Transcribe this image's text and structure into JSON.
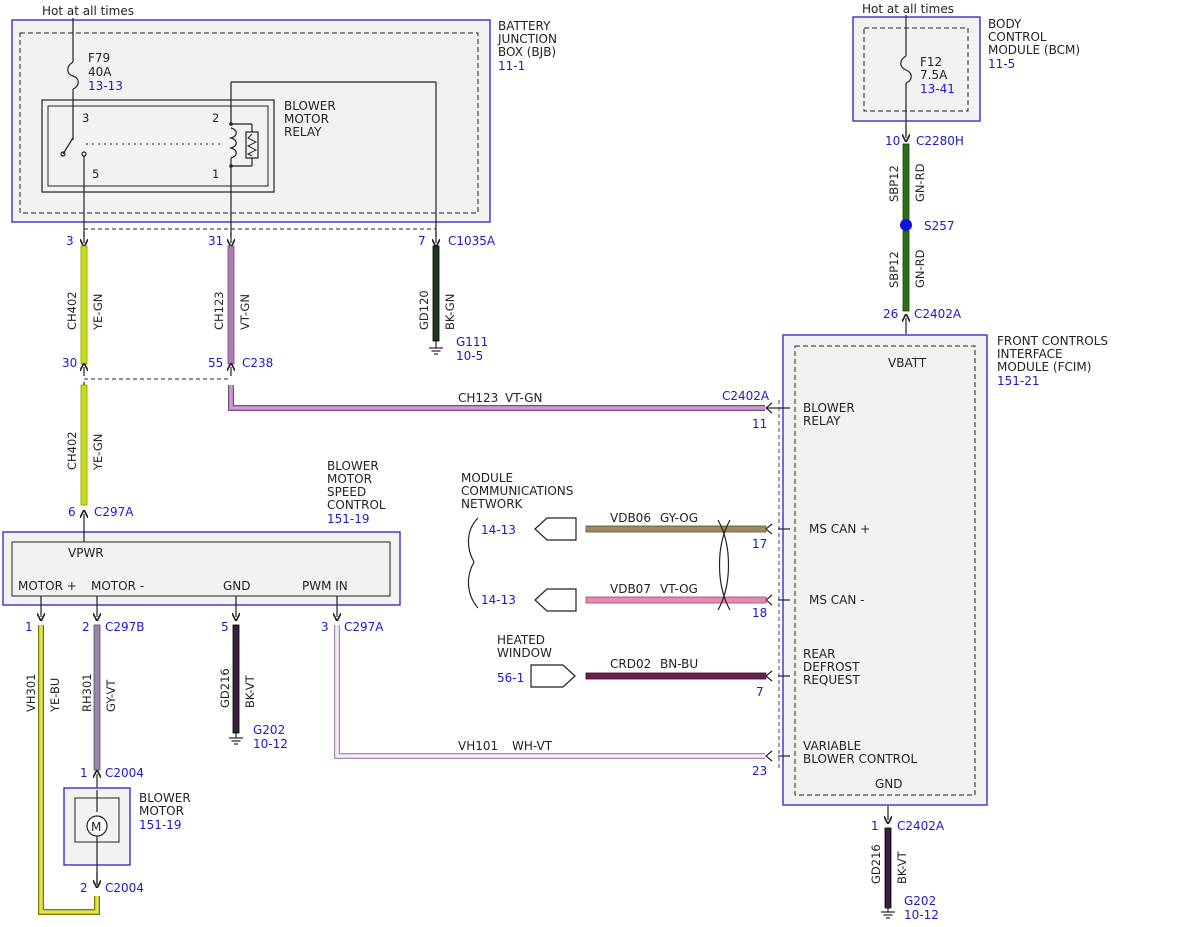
{
  "colors": {
    "module_border": "#3333cc",
    "module_fill": "#f2f2f2",
    "ref_text": "#1a1acc",
    "wire_ye_gn": "#c8dc14",
    "wire_vt_gn": "#b07ab8",
    "wire_bk_gn": "#1e3a1e",
    "wire_gn_rd": "#2e6e1a",
    "wire_ye_bu": "#c8c814",
    "wire_gy_vt": "#9a86a8",
    "wire_bk_vt": "#3a1e40",
    "wire_wh_vt": "#d9c4dc",
    "wire_gy_og": "#9c8a5e",
    "wire_vt_og": "#e48cb4",
    "wire_bn_bu": "#6a2050",
    "splice": "#1010e0"
  },
  "power": {
    "bjb_hot": "Hot at all times",
    "bcm_hot": "Hot at all times"
  },
  "bjb": {
    "title": [
      "BATTERY",
      "JUNCTION",
      "BOX (BJB)"
    ],
    "ref": "11-1",
    "fuse_name": "F79",
    "fuse_rating": "40A",
    "fuse_ref": "13-13",
    "relay_title": [
      "BLOWER",
      "MOTOR",
      "RELAY"
    ],
    "relay_pins": {
      "p3": "3",
      "p2": "2",
      "p5": "5",
      "p1": "1"
    }
  },
  "bcm": {
    "title": [
      "BODY",
      "CONTROL",
      "MODULE (BCM)"
    ],
    "ref": "11-5",
    "fuse_name": "F12",
    "fuse_rating": "7.5A",
    "fuse_ref": "13-41"
  },
  "connectors": {
    "c1035a_pin3": "3",
    "c1035a_pin31": "31",
    "c1035a_pin7": "7",
    "c1035a": "C1035A",
    "c238_pin30": "30",
    "c238_pin55": "55",
    "c238": "C238",
    "c297a_pin6": "6",
    "c297a_top": "C297A",
    "c2280h_pin": "10",
    "c2280h": "C2280H",
    "s257": "S257",
    "c2402a_pin26": "26",
    "c2402a_top": "C2402A",
    "c2402a_mid": "C2402A",
    "pin11": "11",
    "pin17": "17",
    "pin18": "18",
    "pin7": "7",
    "pin23": "23",
    "c297_pin1": "1",
    "c297_pin2": "2",
    "c297b": "C297B",
    "c297_pin5": "5",
    "c297_pin3": "3",
    "c297a_bottom": "C297A",
    "c2004_pin1": "1",
    "c2004_top": "C2004",
    "c2004_pin2": "2",
    "c2004_bottom": "C2004",
    "c2402a_pin1": "1",
    "c2402a_bottom": "C2402A"
  },
  "wires": {
    "ch402_top": {
      "circuit": "CH402",
      "color": "YE-GN"
    },
    "ch123_top": {
      "circuit": "CH123",
      "color": "VT-GN"
    },
    "gd120": {
      "circuit": "GD120",
      "color": "BK-GN"
    },
    "sbp12_top": {
      "circuit": "SBP12",
      "color": "GN-RD"
    },
    "sbp12_bottom": {
      "circuit": "SBP12",
      "color": "GN-RD"
    },
    "ch402_mid": {
      "circuit": "CH402",
      "color": "YE-GN"
    },
    "ch123_horizontal": {
      "circuit": "CH123",
      "color": "VT-GN"
    },
    "vdb06": {
      "circuit": "VDB06",
      "color": "GY-OG"
    },
    "vdb07": {
      "circuit": "VDB07",
      "color": "VT-OG"
    },
    "crd02": {
      "circuit": "CRD02",
      "color": "BN-BU"
    },
    "vh101": {
      "circuit": "VH101",
      "color": "WH-VT"
    },
    "vh301": {
      "circuit": "VH301",
      "color": "YE-BU"
    },
    "rh301": {
      "circuit": "RH301",
      "color": "GY-VT"
    },
    "gd216_left": {
      "circuit": "GD216",
      "color": "BK-VT"
    },
    "gd216_right": {
      "circuit": "GD216",
      "color": "BK-VT"
    }
  },
  "grounds": {
    "g111": "G111",
    "g111_ref": "10-5",
    "g202_left": "G202",
    "g202_left_ref": "10-12",
    "g202_right": "G202",
    "g202_right_ref": "10-12"
  },
  "speed_control": {
    "title": [
      "BLOWER",
      "MOTOR",
      "SPEED",
      "CONTROL"
    ],
    "ref": "151-19",
    "vpwr": "VPWR",
    "motor_plus": "MOTOR +",
    "motor_minus": "MOTOR -",
    "gnd": "GND",
    "pwm_in": "PWM IN"
  },
  "motor": {
    "title": [
      "BLOWER",
      "MOTOR"
    ],
    "ref": "151-19",
    "symbol": "M"
  },
  "fcim": {
    "title": [
      "FRONT CONTROLS",
      "INTERFACE",
      "MODULE (FCIM)"
    ],
    "ref": "151-21",
    "vbatt": "VBATT",
    "blower_relay": [
      "BLOWER",
      "RELAY"
    ],
    "ms_can_plus": "MS CAN +",
    "ms_can_minus": "MS CAN -",
    "rear_defrost": [
      "REAR",
      "DEFROST",
      "REQUEST"
    ],
    "variable_blower": [
      "VARIABLE",
      "BLOWER CONTROL"
    ],
    "gnd": "GND"
  },
  "network": {
    "title": [
      "MODULE",
      "COMMUNICATIONS",
      "NETWORK"
    ],
    "ref_plus": "14-13",
    "ref_minus": "14-13"
  },
  "heated_window": {
    "title": [
      "HEATED",
      "WINDOW"
    ],
    "ref": "56-1"
  }
}
